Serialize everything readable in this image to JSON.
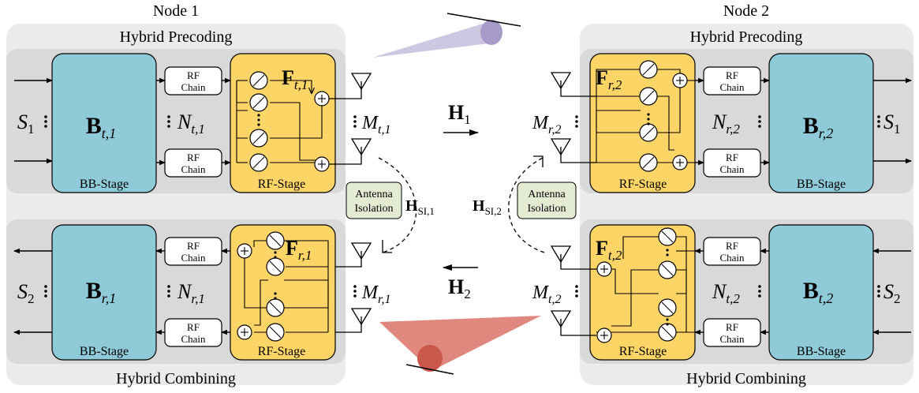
{
  "node1": {
    "title": "Node 1",
    "precoding_title": "Hybrid Precoding",
    "combining_title": "Hybrid Combining",
    "stream_tx": "S",
    "stream_tx_sub": "1",
    "stream_rx": "S",
    "stream_rx_sub": "2",
    "bb_tx": "B",
    "bb_tx_sub": "t,1",
    "bb_rx": "B",
    "bb_rx_sub": "r,1",
    "rf_tx": "F",
    "rf_tx_sub": "t,1",
    "rf_rx": "F",
    "rf_rx_sub": "r,1",
    "chain_tx": "N",
    "chain_tx_sub": "t,1",
    "chain_rx": "N",
    "chain_rx_sub": "r,1",
    "ant_tx": "M",
    "ant_tx_sub": "t,1",
    "ant_rx": "M",
    "ant_rx_sub": "r,1",
    "si": "H",
    "si_sub": "SI,1"
  },
  "node2": {
    "title": "Node 2",
    "precoding_title": "Hybrid Precoding",
    "combining_title": "Hybrid Combining",
    "stream_rx": "S",
    "stream_rx_sub": "1",
    "stream_tx": "S",
    "stream_tx_sub": "2",
    "bb_rx": "B",
    "bb_rx_sub": "r,2",
    "bb_tx": "B",
    "bb_tx_sub": "t,2",
    "rf_rx": "F",
    "rf_rx_sub": "r,2",
    "rf_tx": "F",
    "rf_tx_sub": "t,2",
    "chain_rx": "N",
    "chain_rx_sub": "r,2",
    "chain_tx": "N",
    "chain_tx_sub": "t,2",
    "ant_rx": "M",
    "ant_rx_sub": "r,2",
    "ant_tx": "M",
    "ant_tx_sub": "t,2",
    "si": "H",
    "si_sub": "SI,2"
  },
  "labels": {
    "bb_stage": "BB-Stage",
    "rf_stage": "RF-Stage",
    "rf_chain_1": "RF",
    "rf_chain_2": "Chain",
    "isolation_1": "Antenna",
    "isolation_2": "Isolation"
  },
  "channels": {
    "h1": "H",
    "h1_sub": "1",
    "h2": "H",
    "h2_sub": "2"
  },
  "colors": {
    "panel": "#ebebeb",
    "row": "#d9d9d9",
    "bb_fill": "#8fcad8",
    "rf_fill": "#fdd567",
    "iso_fill": "#e3ecd3",
    "beam1": "#c4bddc",
    "beam2": "#dd7a70"
  }
}
